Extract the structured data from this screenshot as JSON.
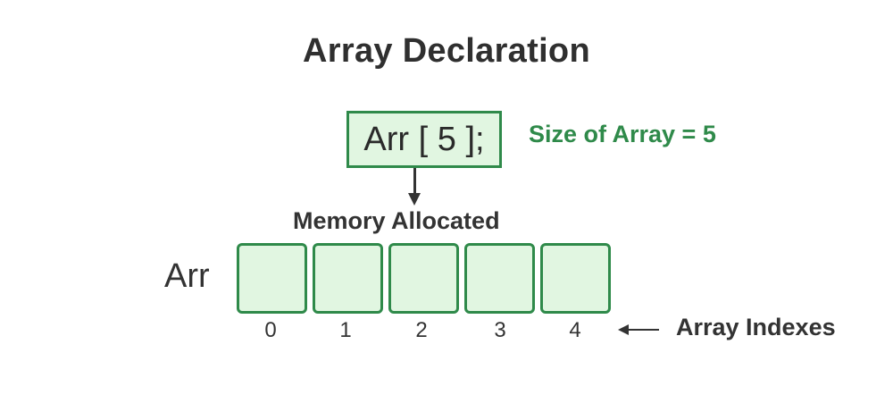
{
  "title": "Array Declaration",
  "declaration": {
    "code": "Arr [ 5 ];",
    "size_label": "Size of Array = 5"
  },
  "memory_label": "Memory Allocated",
  "array": {
    "name": "Arr",
    "size": 5,
    "indexes": [
      "0",
      "1",
      "2",
      "3",
      "4"
    ],
    "indexes_label": "Array Indexes"
  },
  "colors": {
    "accent_green": "#2f8a4a",
    "cell_fill": "#e1f6e1",
    "text_dark": "#333333"
  }
}
